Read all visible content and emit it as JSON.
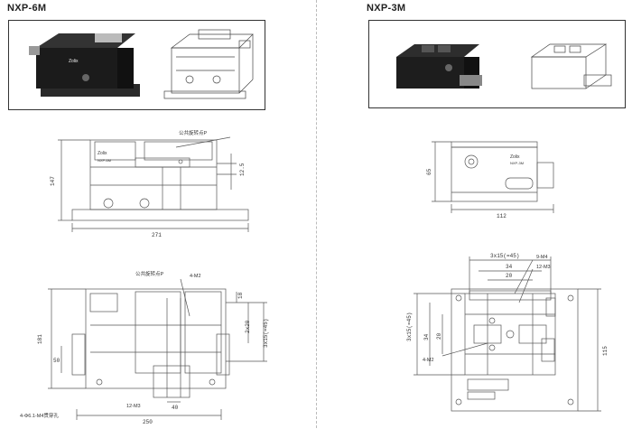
{
  "left": {
    "title": "NXP-6M",
    "side_view": {
      "annotation": "公共旋转点P",
      "dims": {
        "height": "147",
        "width": "271",
        "offset": "12.5"
      }
    },
    "top_view": {
      "annotation": "公共旋转点P",
      "hole_label_top": "4-M2",
      "hole_label_bottom": "12-M3",
      "mount_label": "4-Φ6.1-M4贯穿孔",
      "dims": {
        "height": "181",
        "width": "250",
        "left_offset": "50",
        "right_a": "2x20",
        "right_b": "3x15(=45)",
        "top_small": "18",
        "bottom_small": "40"
      }
    }
  },
  "right": {
    "title": "NXP-3M",
    "side_view": {
      "dims": {
        "height": "65",
        "width": "112"
      }
    },
    "top_view": {
      "hole_label_a": "9-M4",
      "hole_label_b": "12-M3",
      "hole_label_c": "4-M2",
      "dims": {
        "top": "3x15(=45)",
        "inner_a": "34",
        "inner_b": "20",
        "left_a": "3x15(=45)",
        "left_b": "34",
        "left_c": "20",
        "height": "115"
      }
    }
  },
  "colors": {
    "line": "#555555",
    "frame": "#333333"
  }
}
